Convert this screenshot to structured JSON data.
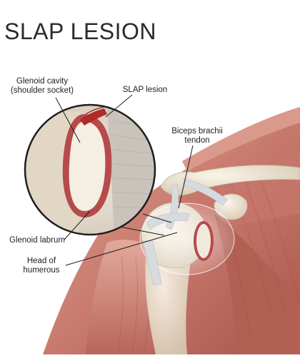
{
  "title": "SLAP LESION",
  "labels": {
    "glenoid_cavity": "Glenoid cavity\n(shoulder socket)",
    "slap_lesion": "SLAP lesion",
    "biceps_tendon": "Biceps brachii\ntendon",
    "glenoid_labrum": "Glenoid labrum",
    "head_of_humerus": "Head of\nhumerous"
  },
  "colors": {
    "muscle": "#c97a6e",
    "muscle_dark": "#a8534a",
    "bone": "#ece3d2",
    "tendon": "#d7dbe0",
    "labrum": "#b74a4a",
    "lesion": "#b02a2a",
    "leader": "#1e1e1e"
  }
}
